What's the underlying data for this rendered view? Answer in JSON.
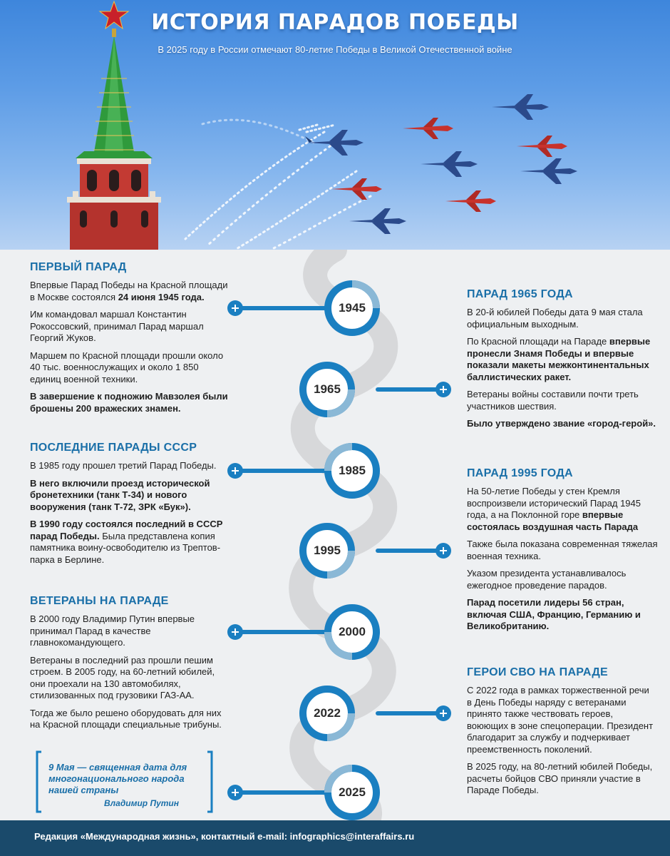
{
  "header": {
    "title": "ИСТОРИЯ ПАРАДОВ ПОБЕДЫ",
    "subtitle": "В 2025 году в России отмечают 80-летие Победы в Великой Отечественной войне"
  },
  "timeline": {
    "years": [
      "1945",
      "1965",
      "1985",
      "1995",
      "2000",
      "2022",
      "2025"
    ]
  },
  "sections": {
    "first": {
      "title": "ПЕРВЫЙ ПАРАД",
      "p1_a": "Впервые Парад Победы на Красной площади в Москве состоялся ",
      "p1_b": "24 июня 1945 года.",
      "p2": "Им командовал маршал Константин Рокоссовский, принимал Парад маршал Георгий Жуков.",
      "p3": "Маршем по Красной площади прошли около 40 тыс. военнослужащих и около 1 850 единиц военной техники.",
      "p4": "В завершение к подножию Мавзолея были брошены 200 вражеских знамен."
    },
    "ussr": {
      "title": "ПОСЛЕДНИЕ ПАРАДЫ СССР",
      "p1": "В 1985 году прошел третий Парад Победы.",
      "p2": "В него включили проезд исторической бронетехники (танк Т-34) и нового вооружения (танк Т-72, ЗРК «Бук»).",
      "p3_a": "В 1990 году состоялся последний в СССР парад Победы.",
      "p3_b": " Была представлена копия памятника воину-освободителю из Трептов-парка в Берлине."
    },
    "veterans": {
      "title": "ВЕТЕРАНЫ НА ПАРАДЕ",
      "p1": "В 2000 году Владимир Путин впервые принимал Парад в качестве главнокомандующего.",
      "p2": "Ветераны в последний раз прошли пешим строем. В 2005 году, на 60-летний юбилей, они проехали на 130 автомобилях, стилизованных под грузовики ГАЗ-АА.",
      "p3": "Тогда же было решено оборудовать для них на Красной площади специальные трибуны."
    },
    "p1965": {
      "title": "ПАРАД 1965 ГОДА",
      "p1": "В 20-й юбилей Победы дата 9 мая стала официальным выходным.",
      "p2_a": "По Красной площади на Параде ",
      "p2_b": "впервые пронесли Знамя Победы и впервые показали макеты межконтинентальных баллистических ракет.",
      "p3": "Ветераны войны составили почти треть участников шествия.",
      "p4": "Было утверждено звание «город-герой»."
    },
    "p1995": {
      "title": "ПАРАД 1995 ГОДА",
      "p1_a": "На 50-летие Победы у стен Кремля воспроизвели исторический Парад 1945 года, а на Поклонной горе ",
      "p1_b": "впервые состоялась воздушная часть Парада",
      "p2": "Также была показана современная тяжелая военная техника.",
      "p3": "Указом президента устанавливалось ежегодное проведение парадов.",
      "p4": "Парад посетили лидеры 56 стран, включая США, Францию, Германию и Великобританию."
    },
    "svo": {
      "title": "ГЕРОИ СВО НА ПАРАДЕ",
      "p1": "С 2022 года в рамках торжественной речи в День Победы наряду с ветеранами принято также чествовать героев, воюющих в зоне спецоперации. Президент благодарит за службу и подчеркивает преемственность поколений.",
      "p2": "В 2025 году, на 80-летний юбилей Победы, расчеты бойцов СВО приняли участие в Параде Победы."
    }
  },
  "quote": {
    "text": "9 Мая — священная дата для многонационального народа нашей страны",
    "author": "Владимир Путин"
  },
  "footer": {
    "text": "Редакция «Международная жизнь», контактный e-mail: infographics@interaffairs.ru"
  },
  "colors": {
    "accent": "#1a7fc1",
    "title": "#1a6fa8",
    "footer": "#1a4a6b",
    "road": "#d8d8d8"
  }
}
